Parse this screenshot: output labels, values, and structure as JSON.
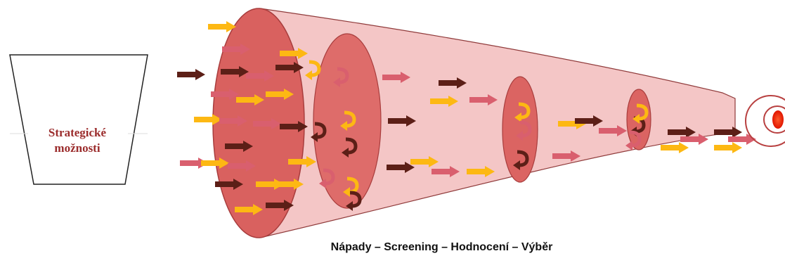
{
  "bucket": {
    "line1": "Strategické",
    "line2": "možnosti"
  },
  "caption": "Nápady – Screening – Hodnocení – Výběr",
  "colors": {
    "yellow": "#fdb813",
    "pink": "#d95f6e",
    "brown": "#5c1f17",
    "funnel": "#f4c6c6",
    "disc": "#d9615f",
    "text": "#9b2c2c",
    "target_ring": "#b84040",
    "target_core": "#ff2a00"
  },
  "icons": {
    "straight": "arrow-right-icon",
    "curved": "curved-arrow-icon",
    "target": "target-icon"
  }
}
